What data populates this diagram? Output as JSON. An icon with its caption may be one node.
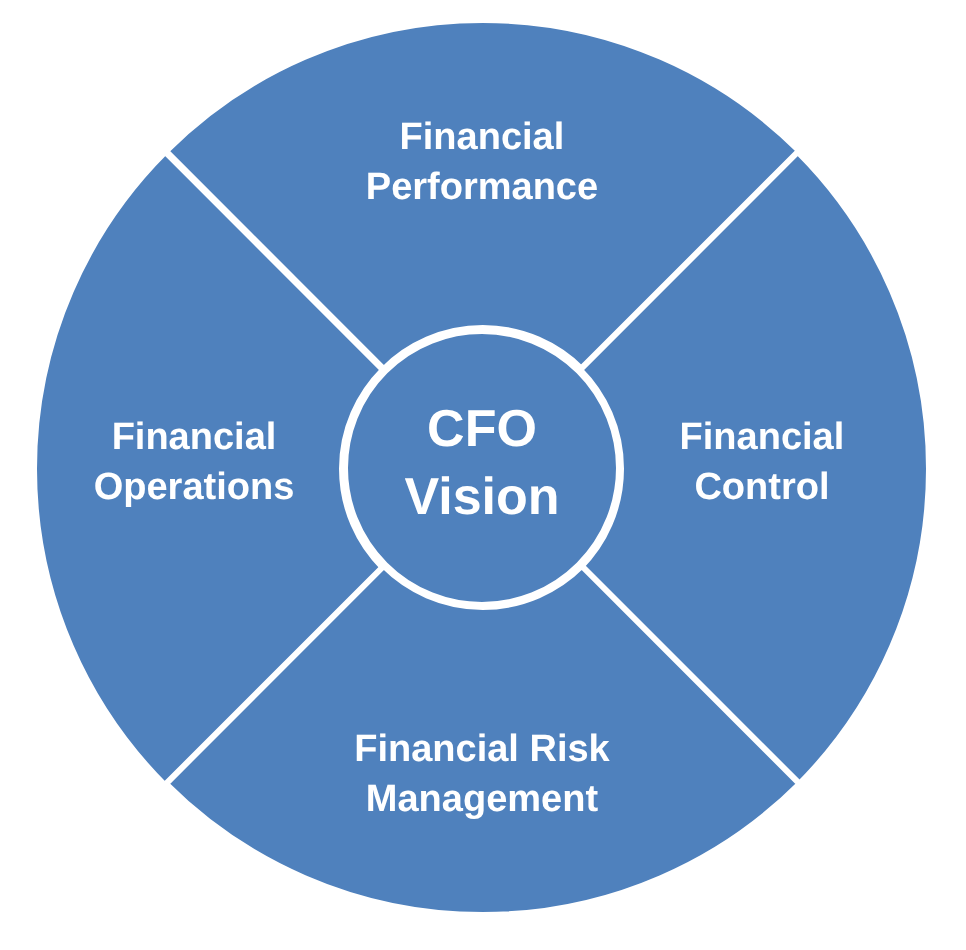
{
  "diagram": {
    "nodes": [
      {
        "text": [
          "Financial Performance"
        ]
      },
      {
        "text": [
          "Financial Operations"
        ]
      },
      {
        "text": [
          "CFO Vision"
        ]
      },
      {
        "text": [
          "Financial Control"
        ]
      },
      {
        "text": [
          "Financial Risk Management"
        ]
      }
    ]
  }
}
